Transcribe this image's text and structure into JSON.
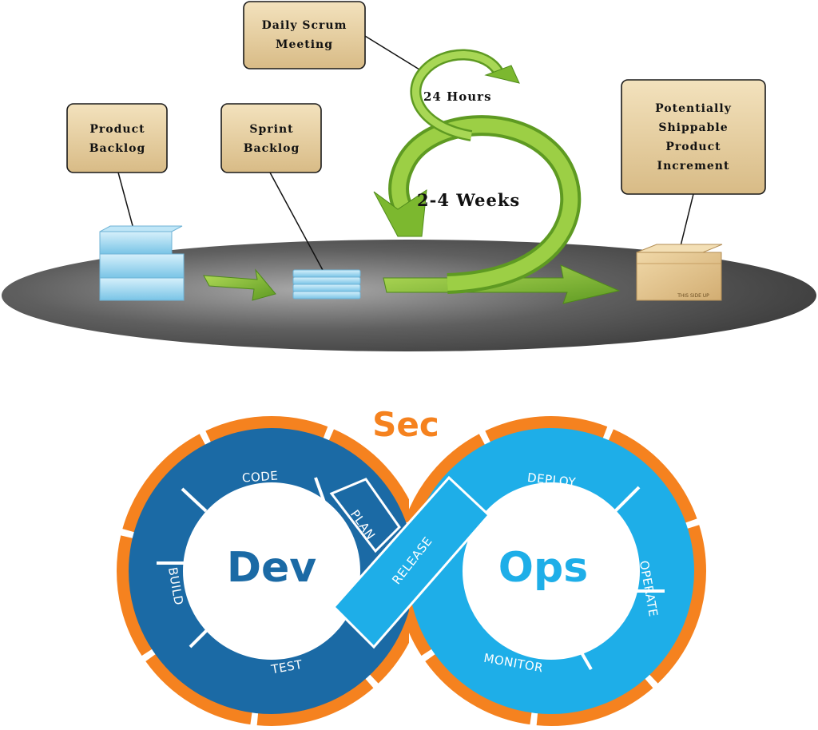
{
  "scrum": {
    "labels": {
      "daily_scrum": [
        "Daily Scrum",
        "Meeting"
      ],
      "product_backlog": [
        "Product",
        "Backlog"
      ],
      "sprint_backlog": [
        "Sprint",
        "Backlog"
      ],
      "increment": [
        "Potentially",
        "Shippable",
        "Product",
        "Increment"
      ]
    },
    "hours": "24 Hours",
    "weeks": "2-4 Weeks",
    "box_text": "THIS SIDE UP"
  },
  "devsecops": {
    "sec": "Sec",
    "dev": "Dev",
    "ops": "Ops",
    "stages": {
      "code": "CODE",
      "plan": "PLAN",
      "build": "BUILD",
      "test": "TEST",
      "release": "RELEASE",
      "deploy": "DEPLOY",
      "operate": "OPERATE",
      "monitor": "MONITOR"
    }
  },
  "colors": {
    "label_fill": "#e8d2a6",
    "green": "#7cb82f",
    "platform": "#5a5a5a",
    "orange": "#f5821f",
    "dark_blue": "#1b6aa5",
    "light_blue": "#1eaee8"
  }
}
